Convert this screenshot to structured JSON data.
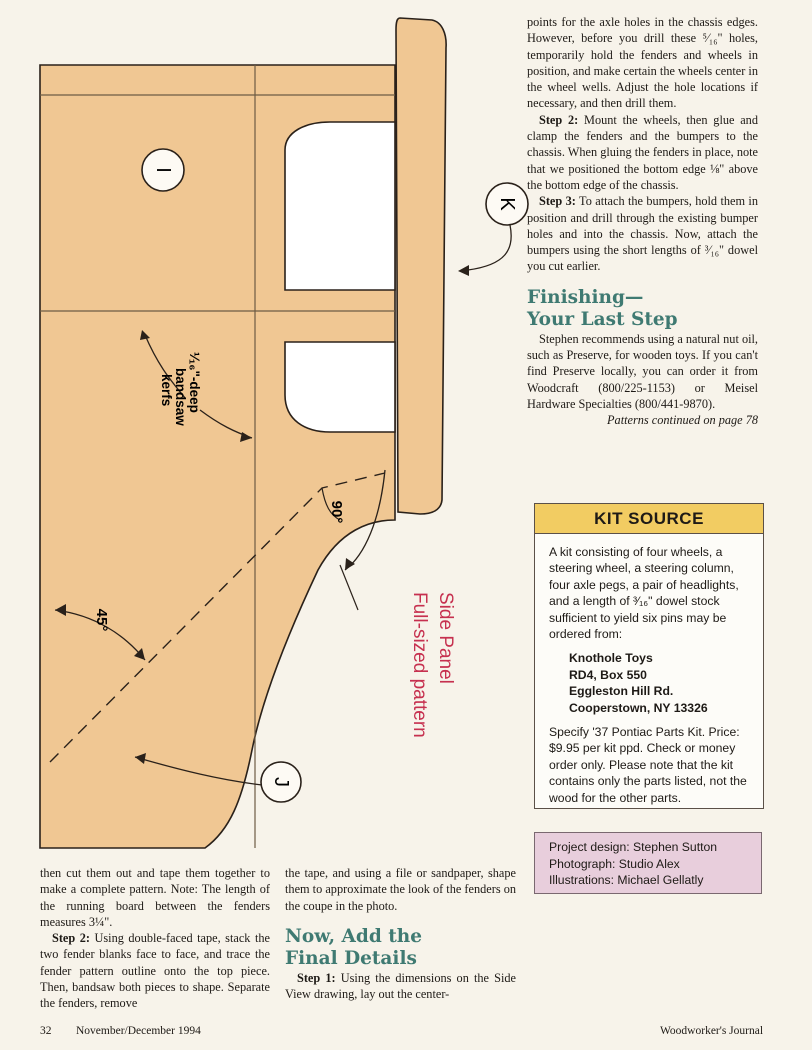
{
  "pattern": {
    "callout_i": "I",
    "callout_k": "K",
    "callout_j": "J",
    "kerf_label": [
      "¹⁄₁₆\"-deep",
      "bandsaw",
      "kerfs"
    ],
    "angle_90": "90°",
    "angle_45": "45°",
    "title": [
      "Side Panel",
      "Full-sized pattern"
    ]
  },
  "right_col": {
    "p1": "points for the axle holes in the chassis edges. However, before you drill these ⁵⁄₁₆\" holes, temporarily hold the fenders and wheels in position, and make certain the wheels center in the wheel wells. Adjust the hole locations if necessary, and then drill them.",
    "step2_label": "Step 2:",
    "step2_text": " Mount the wheels, then glue and clamp the fenders and the bumpers to the chassis. When gluing the fenders in place, note that we positioned the bottom edge ⅛\" above the bottom edge of the chassis.",
    "step3_label": "Step 3:",
    "step3_text": " To attach the bumpers, hold them in position and drill through the existing bumper holes and into the chassis. Now, attach the bumpers using the short lengths of ³⁄₁₆\" dowel you cut earlier.",
    "finishing_heading": [
      "Finishing—",
      "Your Last Step"
    ],
    "finishing_text": "Stephen recommends using a natural nut oil, such as Preserve, for wooden toys. If you can't find Preserve locally, you can order it from Woodcraft (800/225-1153) or Meisel Hardware Specialties (800/441-9870).",
    "continued": "Patterns continued on page 78"
  },
  "kit_source": {
    "title": "KIT SOURCE",
    "intro": "A kit consisting of four wheels, a steering wheel, a steering column, four axle pegs, a pair of headlights, and a length of ³⁄₁₆\" dowel stock sufficient to yield six pins may be ordered from:",
    "address": [
      "Knothole Toys",
      "RD4, Box 550",
      "Eggleston Hill Rd.",
      "Cooperstown, NY 13326"
    ],
    "note": "Specify '37 Pontiac Parts Kit. Price: $9.95 per kit ppd. Check or money order only. Please note that the kit contains only the parts listed, not the wood for the other parts."
  },
  "credits": [
    "Project design: Stephen Sutton",
    "Photograph: Studio Alex",
    "Illustrations:  Michael Gellatly"
  ],
  "bottom": {
    "col1": "then cut them out and tape them together to make a complete pattern. Note: The length of the running board between the fenders measures 3¼\".",
    "col1_step2_label": "Step 2:",
    "col1_step2_text": " Using double-faced tape, stack the two fender blanks face to face, and trace the fender pattern outline onto the top piece. Then, bandsaw both pieces to shape. Separate the fenders, remove",
    "col2": "the tape, and using a file or sandpaper, shape them to approximate the look of the fenders on the coupe in the photo.",
    "heading": [
      "Now, Add the",
      "Final Details"
    ],
    "step1_label": "Step 1:",
    "step1_text": " Using the dimensions on the Side View drawing, lay out the center-"
  },
  "footer": {
    "page_number": "32",
    "date": "November/December 1994",
    "magazine": "Woodworker's Journal"
  }
}
